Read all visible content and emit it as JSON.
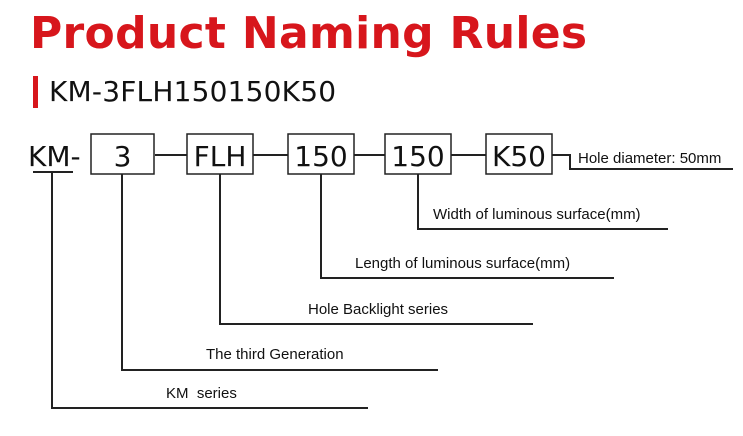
{
  "title": "Product Naming Rules",
  "subtitle": "KM-3FLH150150K50",
  "colors": {
    "accent": "#d7161c",
    "ink": "#111111",
    "line": "#222222"
  },
  "prefix": "KM-",
  "segments": [
    {
      "code": "3",
      "label": "The third Generation"
    },
    {
      "code": "FLH",
      "label": "Hole Backlight series"
    },
    {
      "code": "150",
      "label": "Length of luminous surface(mm)"
    },
    {
      "code": "150",
      "label": "Width of luminous surface(mm)"
    },
    {
      "code": "K50",
      "label": "Hole diameter: 50mm"
    }
  ],
  "prefix_label": "KM  series"
}
